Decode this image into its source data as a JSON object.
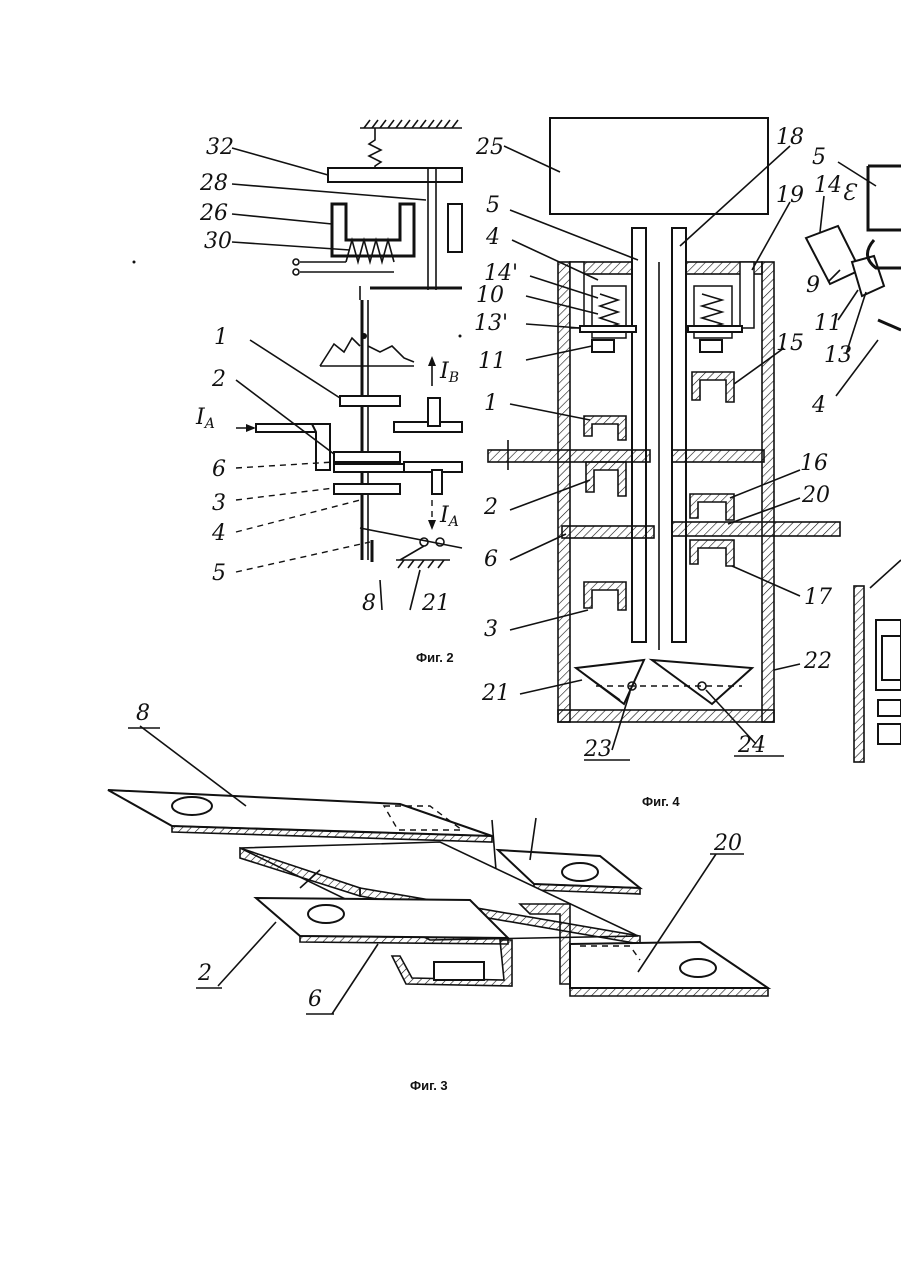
{
  "figures": {
    "fig2": {
      "caption": "Фиг. 2",
      "labels": [
        "32",
        "28",
        "26",
        "30",
        "1",
        "2",
        "6",
        "3",
        "4",
        "5",
        "8",
        "21"
      ],
      "currents": [
        "I",
        "B",
        "I",
        "A",
        "I",
        "A"
      ]
    },
    "fig4": {
      "caption": "Фиг. 4",
      "labels": [
        "25",
        "18",
        "19",
        "5",
        "4",
        "14'",
        "10",
        "13'",
        "11",
        "15",
        "1",
        "16",
        "20",
        "2",
        "6",
        "17",
        "3",
        "22",
        "21",
        "23",
        "24"
      ]
    },
    "fig4_side": {
      "labels": [
        "5",
        "14",
        "9",
        "11",
        "13",
        "4"
      ]
    },
    "fig3": {
      "caption": "Фиг. 3",
      "labels": [
        "8",
        "20",
        "2",
        "6"
      ]
    }
  }
}
